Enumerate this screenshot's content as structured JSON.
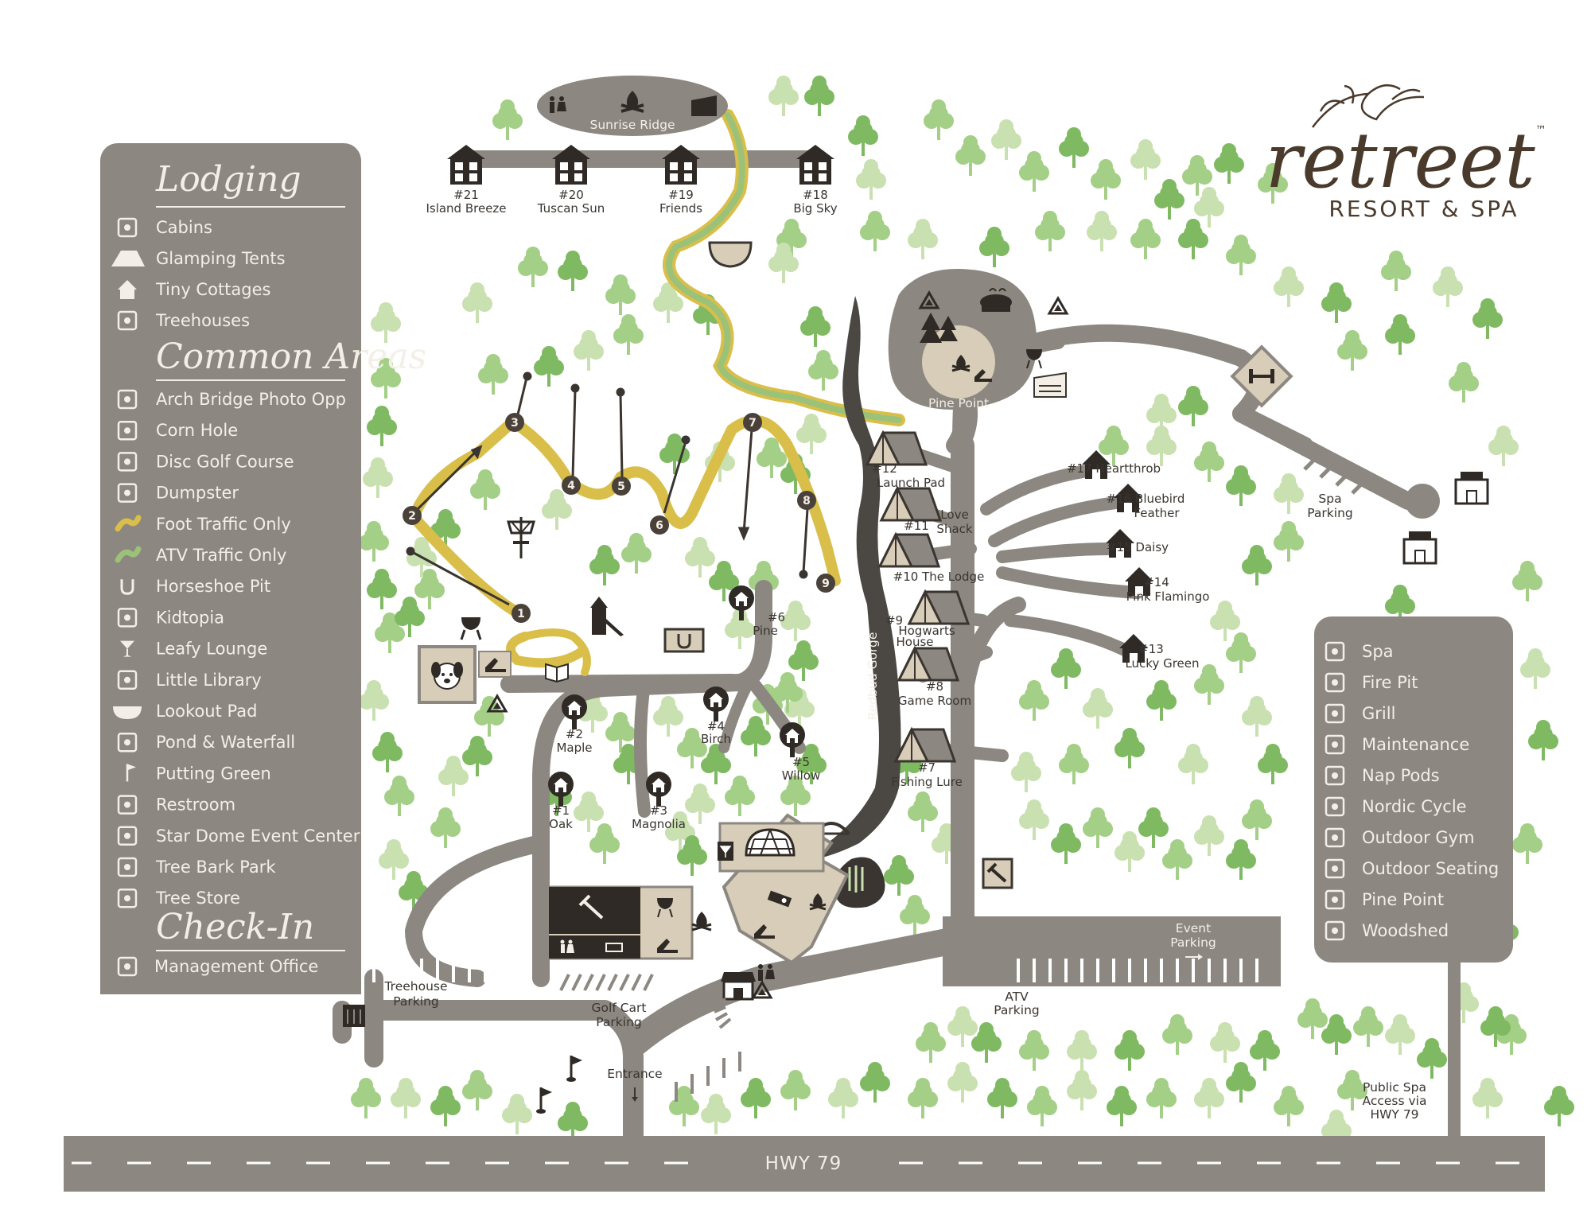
{
  "brand": {
    "name": "retreet",
    "tagline": "RESORT & SPA",
    "trademark": "™",
    "color": "#4a3a2c"
  },
  "colors": {
    "panel": "#8c8780",
    "road": "#8c8780",
    "dark": "#3a3530",
    "tree_light": "#c9e0b0",
    "tree_mid": "#a4cf86",
    "tree_dark": "#7fba62",
    "foot_trail": "#d9bf4a",
    "atv_trail": "#9cc27a",
    "pad": "#d8cdb8"
  },
  "legend_left": {
    "lodging_title": "Lodging",
    "lodging": [
      {
        "icon": "cabin-icon",
        "label": "Cabins"
      },
      {
        "icon": "tent-icon",
        "label": "Glamping Tents"
      },
      {
        "icon": "house-icon",
        "label": "Tiny Cottages"
      },
      {
        "icon": "treehouse-icon",
        "label": "Treehouses"
      }
    ],
    "common_title": "Common Areas",
    "common": [
      {
        "icon": "arch-bridge-icon",
        "label": "Arch Bridge Photo Opp"
      },
      {
        "icon": "corn-hole-icon",
        "label": "Corn Hole"
      },
      {
        "icon": "disc-golf-icon",
        "label": "Disc Golf Course"
      },
      {
        "icon": "dumpster-icon",
        "label": "Dumpster"
      },
      {
        "icon": "foot-traffic-icon",
        "label": "Foot Traffic Only"
      },
      {
        "icon": "atv-traffic-icon",
        "label": "ATV Traffic Only"
      },
      {
        "icon": "horseshoe-icon",
        "label": "Horseshoe Pit"
      },
      {
        "icon": "kidtopia-icon",
        "label": "Kidtopia"
      },
      {
        "icon": "cocktail-icon",
        "label": "Leafy Lounge"
      },
      {
        "icon": "book-icon",
        "label": "Little Library"
      },
      {
        "icon": "lookout-pad-icon",
        "label": "Lookout Pad"
      },
      {
        "icon": "pond-icon",
        "label": "Pond & Waterfall"
      },
      {
        "icon": "putting-green-flag-icon",
        "label": "Putting Green"
      },
      {
        "icon": "restroom-icon",
        "label": "Restroom"
      },
      {
        "icon": "dome-icon",
        "label": "Star Dome Event Center"
      },
      {
        "icon": "dog-icon",
        "label": "Tree Bark Park"
      },
      {
        "icon": "store-icon",
        "label": "Tree Store"
      }
    ],
    "checkin_title": "Check-In",
    "checkin": [
      {
        "icon": "office-desk-icon",
        "label": "Management Office"
      }
    ]
  },
  "legend_right": {
    "items": [
      {
        "icon": "spa-icon",
        "label": "Spa"
      },
      {
        "icon": "fire-pit-icon",
        "label": "Fire Pit"
      },
      {
        "icon": "grill-icon",
        "label": "Grill"
      },
      {
        "icon": "hammer-icon",
        "label": "Maintenance"
      },
      {
        "icon": "nap-pod-icon",
        "label": "Nap Pods"
      },
      {
        "icon": "nordic-cycle-icon",
        "label": "Nordic Cycle"
      },
      {
        "icon": "dumbbell-icon",
        "label": "Outdoor Gym"
      },
      {
        "icon": "lounge-chair-icon",
        "label": "Outdoor Seating"
      },
      {
        "icon": "pine-trees-icon",
        "label": "Pine Point"
      },
      {
        "icon": "woodshed-icon",
        "label": "Woodshed"
      }
    ]
  },
  "cabins": [
    {
      "num": "#21",
      "name": "Island Breeze"
    },
    {
      "num": "#20",
      "name": "Tuscan Sun"
    },
    {
      "num": "#19",
      "name": "Friends"
    },
    {
      "num": "#18",
      "name": "Big Sky"
    }
  ],
  "cottages": [
    {
      "label": "#17 Heartthrob"
    },
    {
      "label": "#16 Bluebird",
      "label2": "Feather"
    },
    {
      "label": "#15 Daisy"
    },
    {
      "label": "#14",
      "label2": "Pink Flamingo"
    },
    {
      "label": "#13",
      "label2": "Lucky Green"
    }
  ],
  "tents": [
    {
      "label": "#12",
      "label2": "Launch Pad"
    },
    {
      "label": "#11",
      "label2": "Love",
      "label3": "Shack"
    },
    {
      "label": "#10 The Lodge"
    },
    {
      "label": "#9",
      "label2": "Hogwarts",
      "label3": "House"
    },
    {
      "label": "#8",
      "label2": "Game Room"
    },
    {
      "label": "#7",
      "label2": "Fishing Lure"
    }
  ],
  "treehouses": [
    {
      "num": "#6",
      "name": "Pine"
    },
    {
      "num": "#2",
      "name": "Maple"
    },
    {
      "num": "#4",
      "name": "Birch"
    },
    {
      "num": "#5",
      "name": "Willow"
    },
    {
      "num": "#1",
      "name": "Oak"
    },
    {
      "num": "#3",
      "name": "Magnolia"
    }
  ],
  "areas": {
    "sunrise_ridge": "Sunrise Ridge",
    "pine_point": "Pine Point",
    "redbud_gorge": "Redbud Gorge",
    "spa_parking": [
      "Spa",
      "Parking"
    ],
    "event_parking": [
      "Event",
      "Parking"
    ],
    "atv_parking": [
      "ATV",
      "Parking"
    ],
    "treehouse_parking": [
      "Treehouse",
      "Parking"
    ],
    "golf_cart_parking": [
      "Golf Cart",
      "Parking"
    ],
    "entrance": "Entrance",
    "public_spa": [
      "Public Spa",
      "Access via",
      "HWY 79"
    ],
    "highway": "HWY 79"
  },
  "disc_golf_holes": [
    "1",
    "2",
    "3",
    "4",
    "5",
    "6",
    "7",
    "8",
    "9"
  ]
}
